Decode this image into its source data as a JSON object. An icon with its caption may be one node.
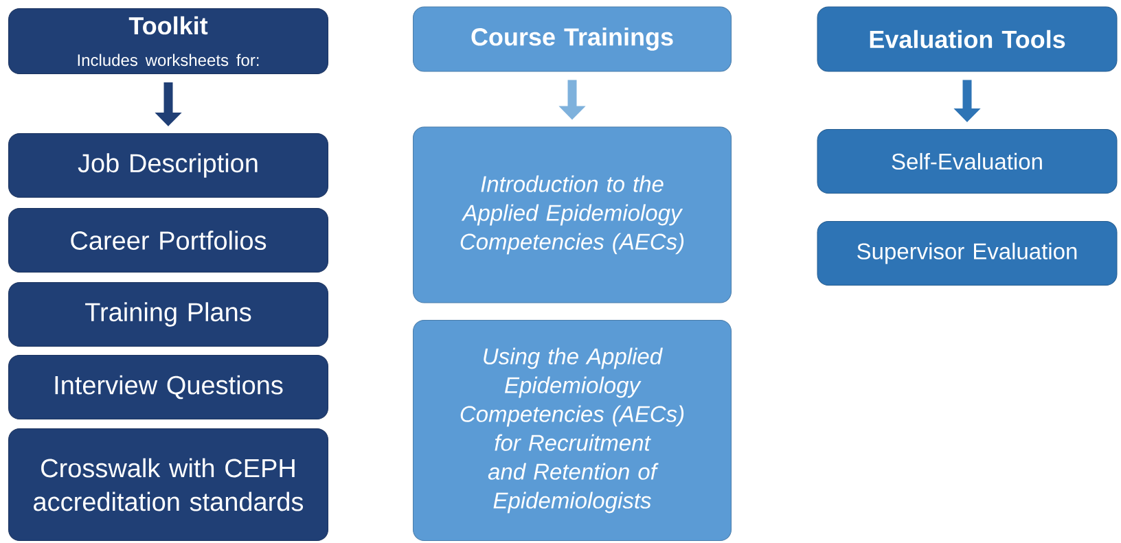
{
  "diagram": {
    "nodes": [
      {
        "text": [
          "Toolkit",
          "Includes worksheets for:"
        ]
      },
      {
        "text": [
          "Job Description"
        ]
      },
      {
        "text": [
          "Career Portfolios"
        ]
      },
      {
        "text": [
          "Training Plans"
        ]
      },
      {
        "text": [
          "Interview Questions"
        ]
      },
      {
        "text": [
          "Crosswalk with CEPH accreditation standards"
        ]
      },
      {
        "text": [
          "Course Trainings"
        ]
      },
      {
        "text": [
          "Introduction to the Applied Epidemiology Competencies (AECs)"
        ]
      },
      {
        "text": [
          "Using the Applied Epidemiology Competencies (AECs) for Recruitment and Retention of Epidemiologists"
        ]
      },
      {
        "text": [
          "Evaluation Tools"
        ]
      },
      {
        "text": [
          "Self-Evaluation"
        ]
      },
      {
        "text": [
          "Supervisor Evaluation"
        ]
      }
    ],
    "edges": [
      {
        "from": 0,
        "to": 1,
        "arrow": "to",
        "color": "#203f75"
      },
      {
        "from": 6,
        "to": 7,
        "arrow": "to",
        "color": "#7eb1dc"
      },
      {
        "from": 9,
        "to": 10,
        "arrow": "to",
        "color": "#2e74b5"
      }
    ]
  }
}
